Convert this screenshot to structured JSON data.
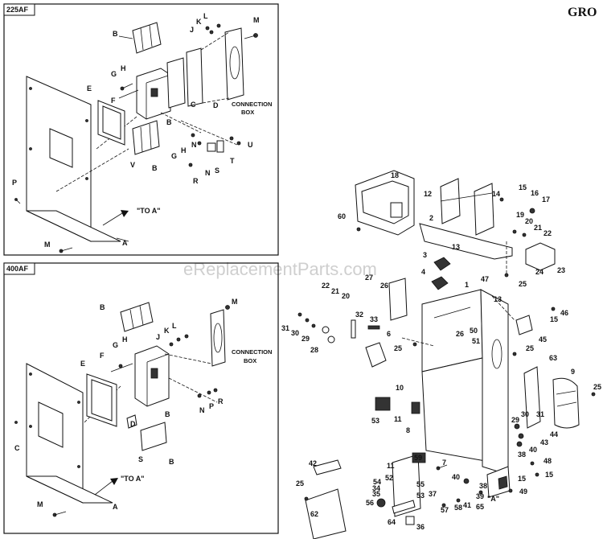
{
  "header": {
    "title": "GRO"
  },
  "watermark": "eReplacementParts.com",
  "panel_225": {
    "tag": "225AF",
    "connection_box": [
      "CONNECTION",
      "BOX"
    ],
    "to_a": "\"TO A\"",
    "callouts": [
      "B",
      "J",
      "K",
      "L",
      "M",
      "G",
      "H",
      "E",
      "F",
      "C",
      "D",
      "B",
      "N",
      "U",
      "G",
      "H",
      "T",
      "V",
      "B",
      "R",
      "N",
      "S",
      "P",
      "M",
      "A"
    ]
  },
  "panel_400": {
    "tag": "400AF",
    "connection_box": [
      "CONNECTION",
      "BOX"
    ],
    "to_a": "\"TO A\"",
    "callouts": [
      "B",
      "M",
      "J",
      "K",
      "L",
      "G",
      "H",
      "E",
      "F",
      "B",
      "N",
      "P",
      "R",
      "D",
      "C",
      "S",
      "B",
      "M",
      "A"
    ]
  },
  "main": {
    "callouts": [
      "18",
      "12",
      "14",
      "15",
      "16",
      "17",
      "19",
      "20",
      "21",
      "22",
      "2",
      "60",
      "13",
      "3",
      "23",
      "24",
      "25",
      "4",
      "1",
      "47",
      "13",
      "22",
      "21",
      "20",
      "27",
      "26",
      "46",
      "15",
      "32",
      "33",
      "31",
      "30",
      "29",
      "28",
      "6",
      "25",
      "26",
      "50",
      "51",
      "45",
      "25",
      "63",
      "9",
      "10",
      "11",
      "53",
      "8",
      "29",
      "30",
      "31",
      "44",
      "43",
      "40",
      "38",
      "25",
      "48",
      "15",
      "15",
      "49",
      "42",
      "11",
      "59",
      "7",
      "25",
      "52",
      "54",
      "55",
      "56",
      "35",
      "34",
      "53",
      "37",
      "57",
      "58",
      "41",
      "39",
      "65",
      "40",
      "38",
      "62",
      "64",
      "36",
      "A"
    ],
    "section_a": "\"A\""
  }
}
